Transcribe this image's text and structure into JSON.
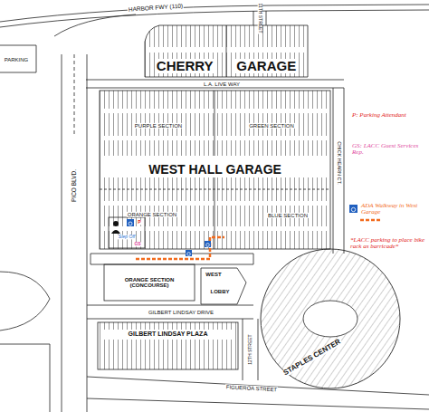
{
  "diagram": {
    "nodes": [
      {
        "text": [
          "CHERRY",
          "GARAGE"
        ]
      },
      {
        "text": [
          "WEST HALL GARAGE"
        ]
      },
      {
        "text": [
          "ORANGE SECTION (CONCOURSE)"
        ]
      },
      {
        "text": [
          "GILBERT LINDSAY PLAZA"
        ]
      },
      {
        "text": [
          "STAPLES CENTER"
        ]
      }
    ],
    "labels": [
      "HARBOR FWY (110)",
      "PARKING",
      "11TH STREET",
      "L.A. LIVE WAY",
      "PURPLE SECTION",
      "GREEN SECTION",
      "ORANGE SECTION",
      "BLUE SECTION",
      "CHICK HEARN CT.",
      "PICO BLVD.",
      "Step Off",
      "GS",
      "P",
      "WEST",
      "LOBBY",
      "GILBERT LINDSAY DRIVE",
      "12TH STREET",
      "FIGUEROA STREET",
      "P: Parking Attendant",
      "GS: LACC Guest Services Rep.",
      "ADA Walkway in West Garage",
      "*LACC parking to place bike rack as barricade*"
    ]
  }
}
